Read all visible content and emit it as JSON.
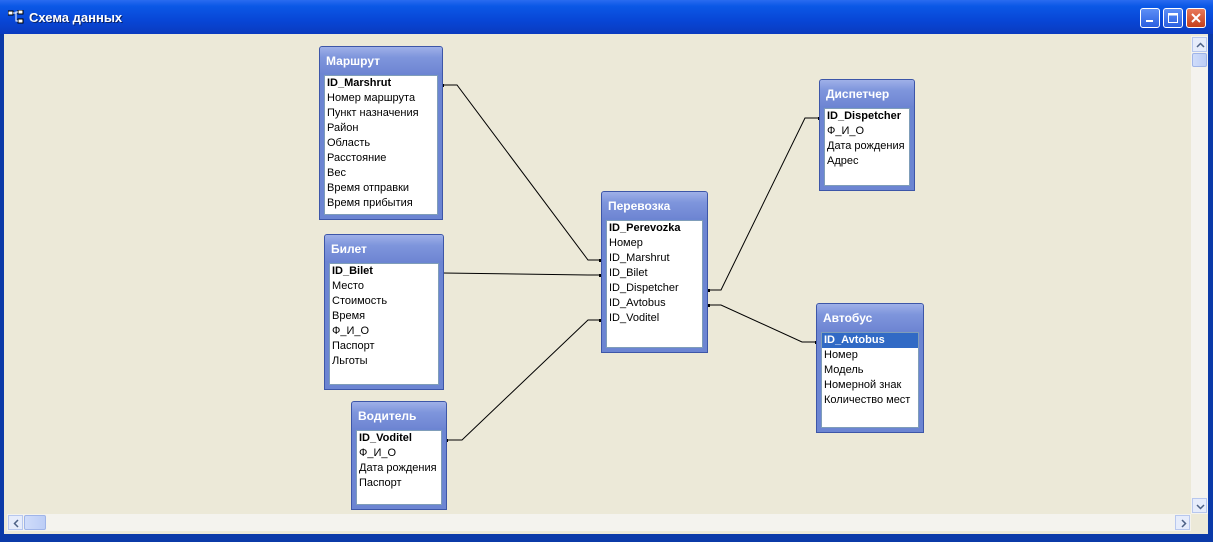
{
  "window": {
    "title": "Схема данных"
  },
  "tables": {
    "marshrut": {
      "title": "Маршрут",
      "fields": [
        "ID_Marshrut",
        "Номер маршрута",
        "Пункт назначения",
        "Район",
        "Область",
        "Расстояние",
        "Вес",
        "Время отправки",
        "Время прибытия"
      ]
    },
    "bilet": {
      "title": "Билет",
      "fields": [
        "ID_Bilet",
        "Место",
        "Стоимость",
        "Время",
        "Ф_И_О",
        "Паспорт",
        "Льготы"
      ]
    },
    "voditel": {
      "title": "Водитель",
      "fields": [
        "ID_Voditel",
        "Ф_И_О",
        "Дата рождения",
        "Паспорт"
      ]
    },
    "perevozka": {
      "title": "Перевозка",
      "fields": [
        "ID_Perevozka",
        "Номер",
        "ID_Marshrut",
        "ID_Bilet",
        "ID_Dispetcher",
        "ID_Avtobus",
        "ID_Voditel"
      ]
    },
    "dispetcher": {
      "title": "Диспетчер",
      "fields": [
        "ID_Dispetcher",
        "Ф_И_О",
        "Дата рождения",
        "Адрес"
      ]
    },
    "avtobus": {
      "title": "Автобус",
      "fields": [
        "ID_Avtobus",
        "Номер",
        "Модель",
        "Номерной знак",
        "Количество мест"
      ]
    }
  }
}
